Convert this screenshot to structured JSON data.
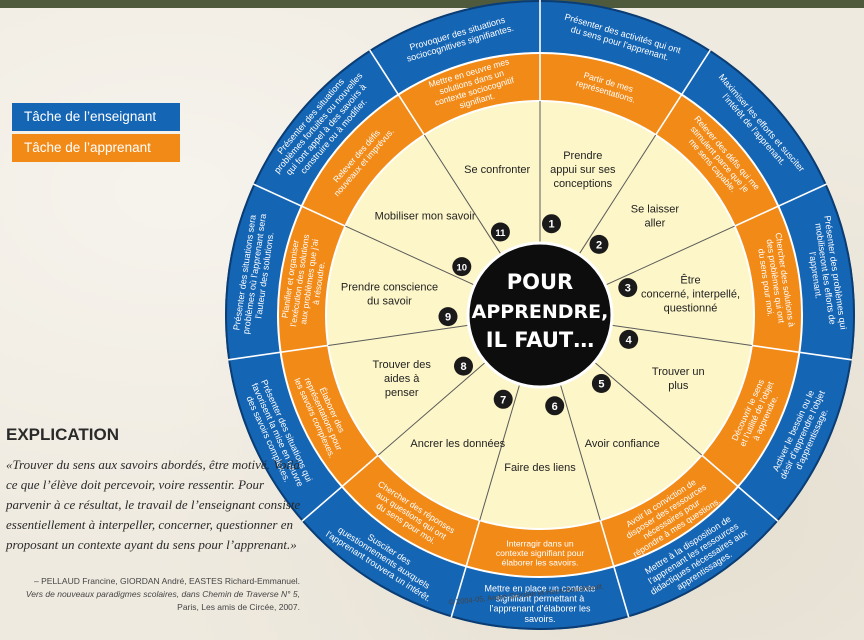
{
  "legend": {
    "teacher_task": "Tâche de l’enseignant",
    "learner_task": "Tâche de l’apprenant"
  },
  "center": {
    "lines": [
      "POUR",
      "APPRENDRE,",
      "IL FAUT…"
    ]
  },
  "steps": [
    {
      "number": "1",
      "label": [
        "Prendre",
        "appui sur ses",
        "conceptions"
      ]
    },
    {
      "number": "2",
      "label": [
        "Se laisser",
        "aller"
      ]
    },
    {
      "number": "3",
      "label": [
        "Être",
        "concerné, interpellé,",
        "questionné"
      ]
    },
    {
      "number": "4",
      "label": [
        "Trouver un",
        "plus"
      ]
    },
    {
      "number": "5",
      "label": [
        "Avoir confiance"
      ]
    },
    {
      "number": "6",
      "label": [
        "Faire des liens"
      ]
    },
    {
      "number": "7",
      "label": [
        "Ancrer les données"
      ]
    },
    {
      "number": "8",
      "label": [
        "Trouver des",
        "aides à",
        "penser"
      ]
    },
    {
      "number": "9",
      "label": [
        "Prendre conscience",
        "du savoir"
      ]
    },
    {
      "number": "10",
      "label": [
        "Mobiliser mon savoir"
      ]
    },
    {
      "number": "11",
      "label": [
        "Se confronter"
      ]
    }
  ],
  "learner_tasks": [
    [
      "Partir de mes",
      "représentations."
    ],
    [
      "Relever des défis qui me",
      "stimulent parce que je",
      "me sens capable."
    ],
    [
      "Chercher des solutions à",
      "des problèmes qui ont",
      "du sens pour moi."
    ],
    [
      "Découvrir le sens",
      "et l’utilité de l’objet",
      "à apprendre."
    ],
    [
      "Avoir la conviction de",
      "disposer des ressources",
      "nécessaires pour",
      "répondre à mes questions."
    ],
    [
      "Interragir dans un",
      "contexte signifiant pour",
      "élaborer les savoirs."
    ],
    [
      "Chercher des réponses",
      "aux questions qui ont",
      "du sens pour moi."
    ],
    [
      "Élaborer des",
      "représentations pour",
      "les savoirs complexes."
    ],
    [
      "Planifier et organiser",
      "l’exécution des solutions",
      "aux problèmes que j’ai",
      "à résoudre."
    ],
    [
      "Relever des défis",
      "nouveaux et imprévus."
    ],
    [
      "Mettre en oeuvre mes",
      "solutions dans un",
      "contexte sociocognitif",
      "signifiant."
    ]
  ],
  "teacher_tasks": [
    [
      "Présenter des activités qui ont",
      "du sens pour l’apprenant."
    ],
    [
      "Maximiser les efforts et susciter",
      "l’intérêt de l’apprenant."
    ],
    [
      "Présenter des problèmes qui",
      "mobiliseront les efforts de",
      "l’apprenant."
    ],
    [
      "Activer le besoin ou le",
      "désir d’apprendre l’objet",
      "d’apprentissage."
    ],
    [
      "Mettre à la disposition de",
      "l’apprenant les ressources",
      "didactiques nécessaires aux",
      "apprentissages."
    ],
    [
      "Mettre en place un contexte",
      "signifiant permettant à",
      "l’apprenant d’élaborer les",
      "savoirs."
    ],
    [
      "Susciter des",
      "questionnements auxquels",
      "l’apprenant trouvera un intérêt."
    ],
    [
      "Présenter des situations qui",
      "favorisent la mise en oeuvre",
      "des savoirs complexes."
    ],
    [
      "Présenter des situations sera",
      "problèmes où l’apprenant sera",
      "l’auteur des solutions."
    ],
    [
      "Présenter des situations",
      "problèmes fortuites ou nouvelles",
      "qui font appel à des savoirs à",
      "construire ou à modifier."
    ],
    [
      "Provoquer des situations",
      "sociocognitives signifiantes."
    ]
  ],
  "explication": {
    "heading": "EXPLICATION",
    "quote": "«Trouver du sens aux savoirs abordés, être motivé. Voilà ce que l’élève doit percevoir, voire ressentir. Pour parvenir à ce résultat, le travail de l’enseignant consiste essentiellement à interpeller, concerner, questionner en proposant un contexte ayant du sens pour l’apprenant.»",
    "ref_authors": "– PELLAUD Francine, GIORDAN André, EASTES Richard-Emmanuel.",
    "ref_title": "Vers de nouveaux paradigmes scolaires, dans Chemin de Traverse N° 5,",
    "ref_place": "Paris, Les amis de Circée, 2007."
  },
  "copyright": "© 2004-05, André Giordan et Henri Boudreault.",
  "colors": {
    "teacher_ring": "#1565b5",
    "learner_ring": "#f28a18",
    "inner_disc": "#fdf6c8",
    "center": "#0d0d0d",
    "number_badge": "#1a1a1a"
  }
}
